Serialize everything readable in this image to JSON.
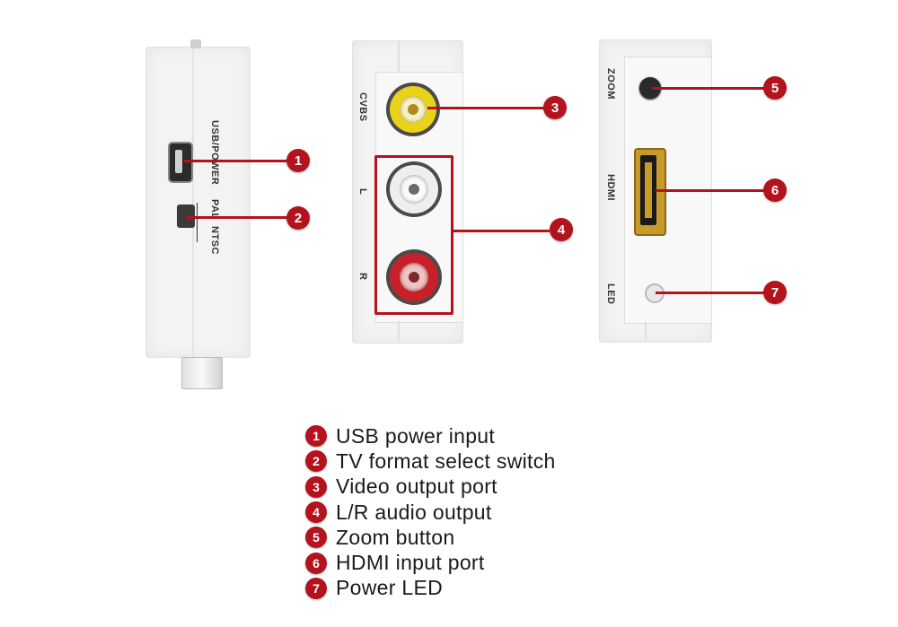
{
  "device1": {
    "usb_power_label": "USB/POWER",
    "pal_label": "PAL",
    "ntsc_label": "NTSC"
  },
  "device2": {
    "cvbs_label": "CVBS",
    "l_label": "L",
    "r_label": "R"
  },
  "device3": {
    "zoom_label": "ZOOM",
    "hdmi_label": "HDMI",
    "led_label": "LED"
  },
  "callouts": [
    "1",
    "2",
    "3",
    "4",
    "5",
    "6",
    "7"
  ],
  "legend": [
    {
      "num": "1",
      "text": "USB power input"
    },
    {
      "num": "2",
      "text": "TV format select switch"
    },
    {
      "num": "3",
      "text": "Video output port"
    },
    {
      "num": "4",
      "text": "L/R audio output"
    },
    {
      "num": "5",
      "text": "Zoom button"
    },
    {
      "num": "6",
      "text": "HDMI input port"
    },
    {
      "num": "7",
      "text": "Power LED"
    }
  ],
  "colors": {
    "callout_red": "#b4121c",
    "rca_yellow": "#e8d21a",
    "rca_red": "#c8202a",
    "hdmi_gold": "#c89a2a"
  }
}
